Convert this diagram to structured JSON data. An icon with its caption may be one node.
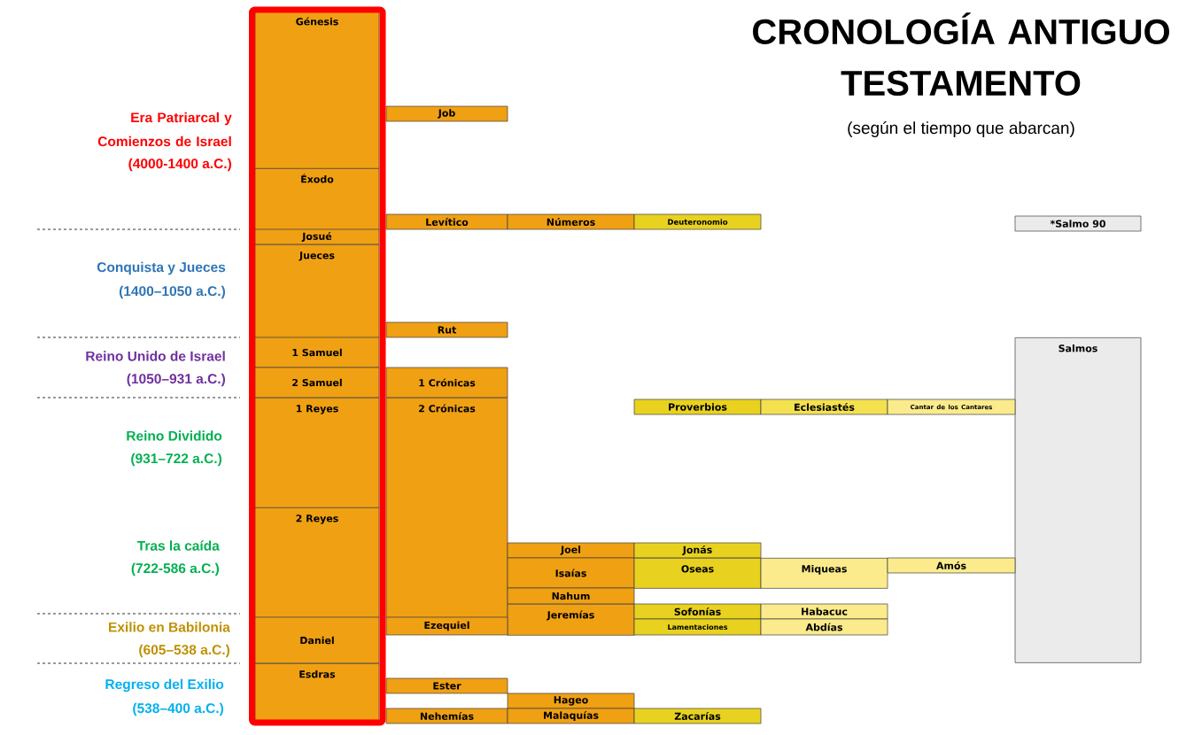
{
  "diagram": {
    "title": "CRONOLOGÍA ANTIGUO TESTAMENTO",
    "nodes": [
      {
        "text": [
          "Génesis"
        ]
      },
      {
        "text": [
          "Job"
        ]
      },
      {
        "text": [
          "Éxodo"
        ]
      },
      {
        "text": [
          "Levítico"
        ]
      },
      {
        "text": [
          "Números"
        ]
      },
      {
        "text": [
          "Deuteronomio"
        ]
      },
      {
        "text": [
          "*Salmo 90"
        ]
      },
      {
        "text": [
          "Josué"
        ]
      },
      {
        "text": [
          "Jueces"
        ]
      },
      {
        "text": [
          "Rut"
        ]
      },
      {
        "text": [
          "Salmos"
        ]
      },
      {
        "text": [
          "1 Samuel"
        ]
      },
      {
        "text": [
          "2 Samuel"
        ]
      },
      {
        "text": [
          "1 Crónicas"
        ]
      },
      {
        "text": [
          "1 Reyes"
        ]
      },
      {
        "text": [
          "2 Crónicas"
        ]
      },
      {
        "text": [
          "Proverbios"
        ]
      },
      {
        "text": [
          "Eclesiastés"
        ]
      },
      {
        "text": [
          "Cantar de los Cantares"
        ]
      },
      {
        "text": [
          "2 Reyes"
        ]
      },
      {
        "text": [
          "Joel"
        ]
      },
      {
        "text": [
          "Jonás"
        ]
      },
      {
        "text": [
          "Isaías"
        ]
      },
      {
        "text": [
          "Oseas"
        ]
      },
      {
        "text": [
          "Miqueas"
        ]
      },
      {
        "text": [
          "Amós"
        ]
      },
      {
        "text": [
          "Nahum"
        ]
      },
      {
        "text": [
          "Jeremías"
        ]
      },
      {
        "text": [
          "Sofonías"
        ]
      },
      {
        "text": [
          "Habacuc"
        ]
      },
      {
        "text": [
          "Lamentaciones"
        ]
      },
      {
        "text": [
          "Abdías"
        ]
      },
      {
        "text": [
          "Daniel"
        ]
      },
      {
        "text": [
          "Ezequiel"
        ]
      },
      {
        "text": [
          "Esdras"
        ]
      },
      {
        "text": [
          "Ester"
        ]
      },
      {
        "text": [
          "Hageo"
        ]
      },
      {
        "text": [
          "Nehemías"
        ]
      },
      {
        "text": [
          "Malaquías"
        ]
      },
      {
        "text": [
          "Zacarías"
        ]
      }
    ],
    "labels": [
      "(según el tiempo que abarcan)",
      "Era Patriarcal y Comienzos de Israel",
      "(4000-1400 a.C.)",
      "Conquista y Jueces",
      "(1400–1050 a.C.)",
      "Reino Unido de Israel",
      "(1050–931 a.C.)",
      "Reino Dividido",
      "(931–722 a.C.)",
      "Tras la caída",
      "(722-586 a.C.)",
      "Exilio en Babilonia",
      "(605–538 a.C.)",
      "Regreso del Exilio",
      "(538–400 a.C.)"
    ]
  }
}
